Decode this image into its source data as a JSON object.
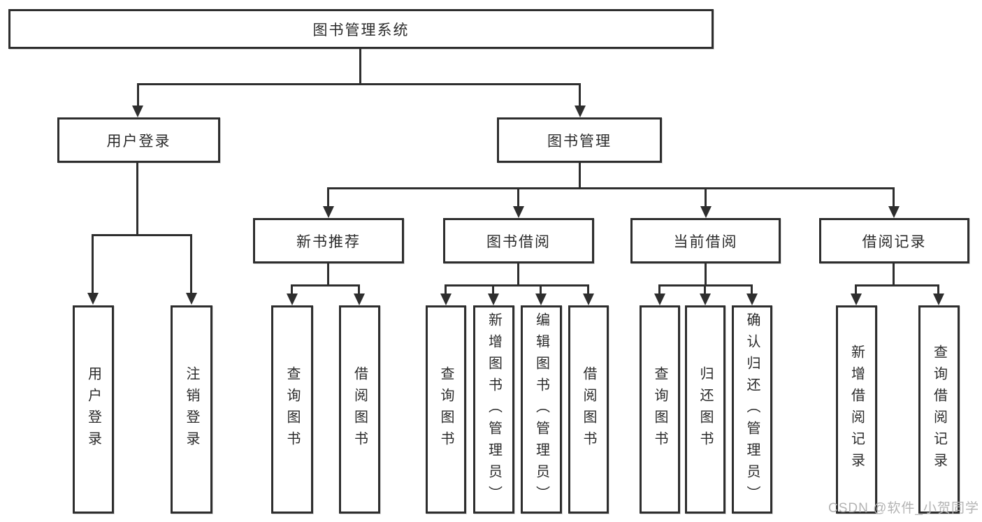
{
  "colors": {
    "line": "#2e2e2e",
    "box_border": "#2e2e2e",
    "text": "#2b2b2b",
    "watermark": "#b3b3b3",
    "background": "#ffffff"
  },
  "diagram": {
    "root": {
      "label": "图书管理系统"
    },
    "level2": [
      {
        "label": "用户登录"
      },
      {
        "label": "图书管理"
      }
    ],
    "level3": [
      {
        "label": "新书推荐",
        "parent": "图书管理"
      },
      {
        "label": "图书借阅",
        "parent": "图书管理"
      },
      {
        "label": "当前借阅",
        "parent": "图书管理"
      },
      {
        "label": "借阅记录",
        "parent": "图书管理"
      }
    ],
    "leaves": [
      {
        "label": "用户登录",
        "parent": "用户登录"
      },
      {
        "label": "注销登录",
        "parent": "用户登录"
      },
      {
        "label": "查询图书",
        "parent": "新书推荐"
      },
      {
        "label": "借阅图书",
        "parent": "新书推荐"
      },
      {
        "label": "查询图书",
        "parent": "图书借阅"
      },
      {
        "label": "新增图书（管理员）",
        "parent": "图书借阅"
      },
      {
        "label": "编辑图书（管理员）",
        "parent": "图书借阅"
      },
      {
        "label": "借阅图书",
        "parent": "图书借阅"
      },
      {
        "label": "查询图书",
        "parent": "当前借阅"
      },
      {
        "label": "归还图书",
        "parent": "当前借阅"
      },
      {
        "label": "确认归还（管理员）",
        "parent": "当前借阅"
      },
      {
        "label": "新增借阅记录",
        "parent": "借阅记录"
      },
      {
        "label": "查询借阅记录",
        "parent": "借阅记录"
      }
    ],
    "watermark": "CSDN @软件_小贺同学"
  }
}
